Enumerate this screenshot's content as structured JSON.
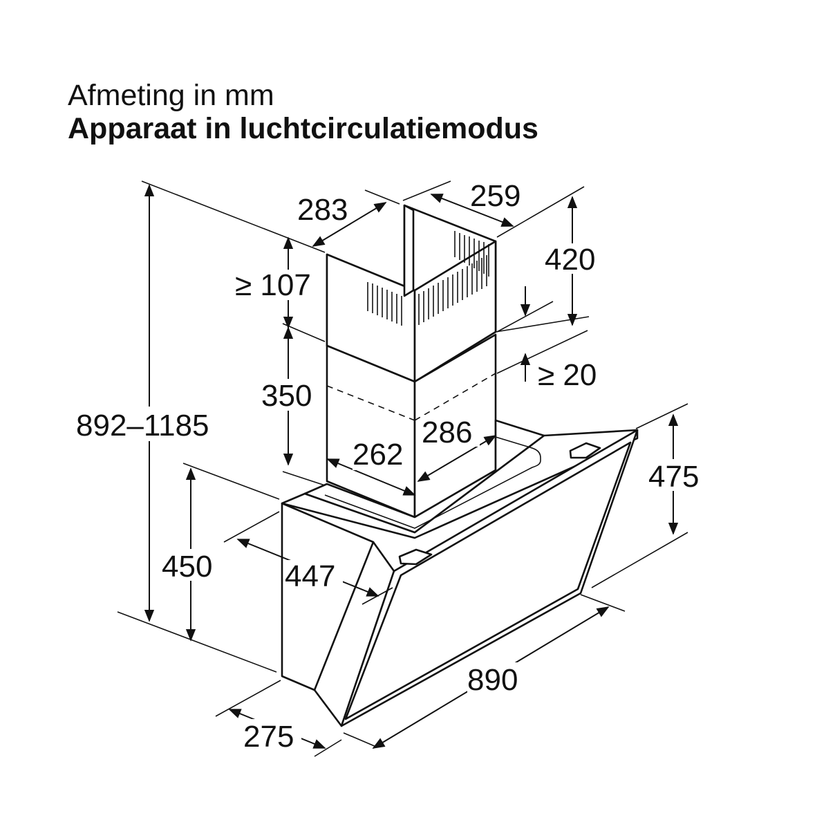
{
  "header": {
    "title": "Afmeting in mm",
    "subtitle": "Apparaat in luchtcirculatiemodus"
  },
  "dimensions": {
    "total_height": "892–1185",
    "chimney_upper_depth": "283",
    "chimney_upper_width": "259",
    "chimney_upper_height": "420",
    "min_overlap": "≥ 107",
    "min_gap": "≥ 20",
    "chimney_lower_height": "350",
    "chimney_lower_width": "262",
    "chimney_lower_depth": "286",
    "body_height": "450",
    "body_depth_top": "447",
    "glass_height": "475",
    "width": "890",
    "base_depth": "275"
  },
  "colors": {
    "line": "#111111",
    "background": "#ffffff"
  }
}
